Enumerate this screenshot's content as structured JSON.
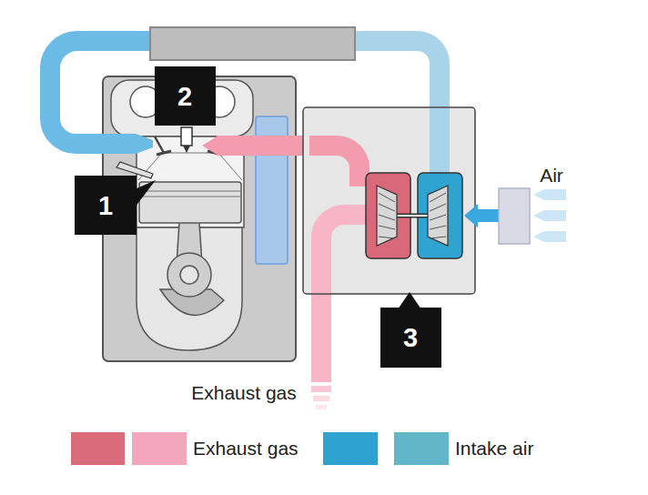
{
  "diagram": {
    "labels": [
      "2",
      "Air",
      "1",
      "3",
      "Exhaust gas"
    ],
    "legend": [
      {
        "text": "Exhaust gas",
        "color": "#f4a7bc"
      },
      {
        "text": "Intake air",
        "color": "#62b6c8"
      }
    ]
  }
}
